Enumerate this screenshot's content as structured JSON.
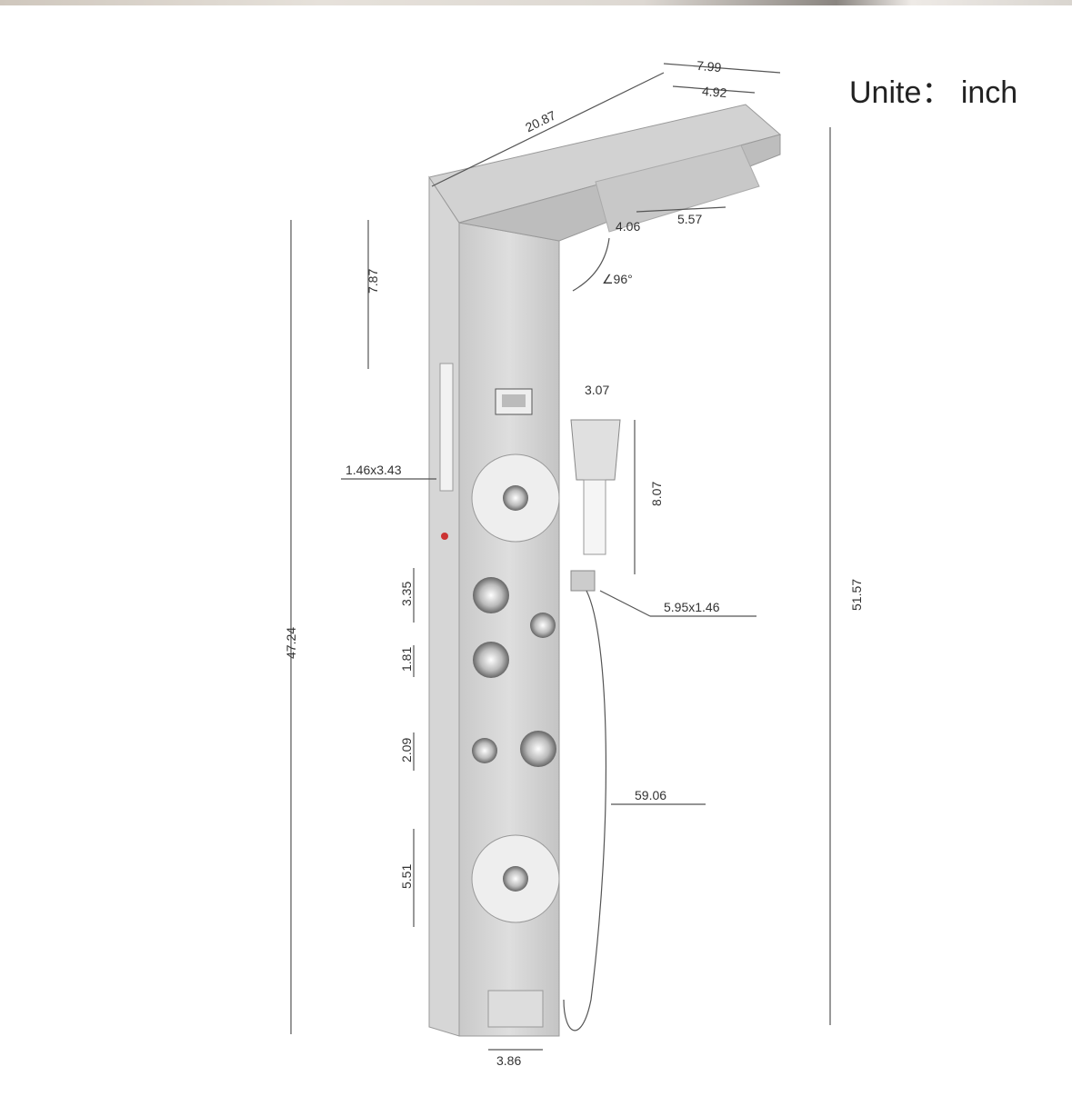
{
  "unit_label": "Unite： inch",
  "dimensions": {
    "top_length": "20.87",
    "top_depth": "7.99",
    "head_width": "4.92",
    "head_spray_width": "5.57",
    "head_spray_depth": "4.06",
    "angle": "∠96°",
    "upper_offset": "7.87",
    "display_size": "1.46x3.43",
    "handheld_width": "3.07",
    "handheld_length": "8.07",
    "holder_size": "5.95x1.46",
    "knob_spacing_1": "3.35",
    "knob_spacing_2": "1.81",
    "knob_spacing_3": "2.09",
    "jet_diameter": "5.51",
    "hose_length": "59.06",
    "panel_height": "47.24",
    "total_height": "51.57",
    "spout_width": "3.86"
  }
}
